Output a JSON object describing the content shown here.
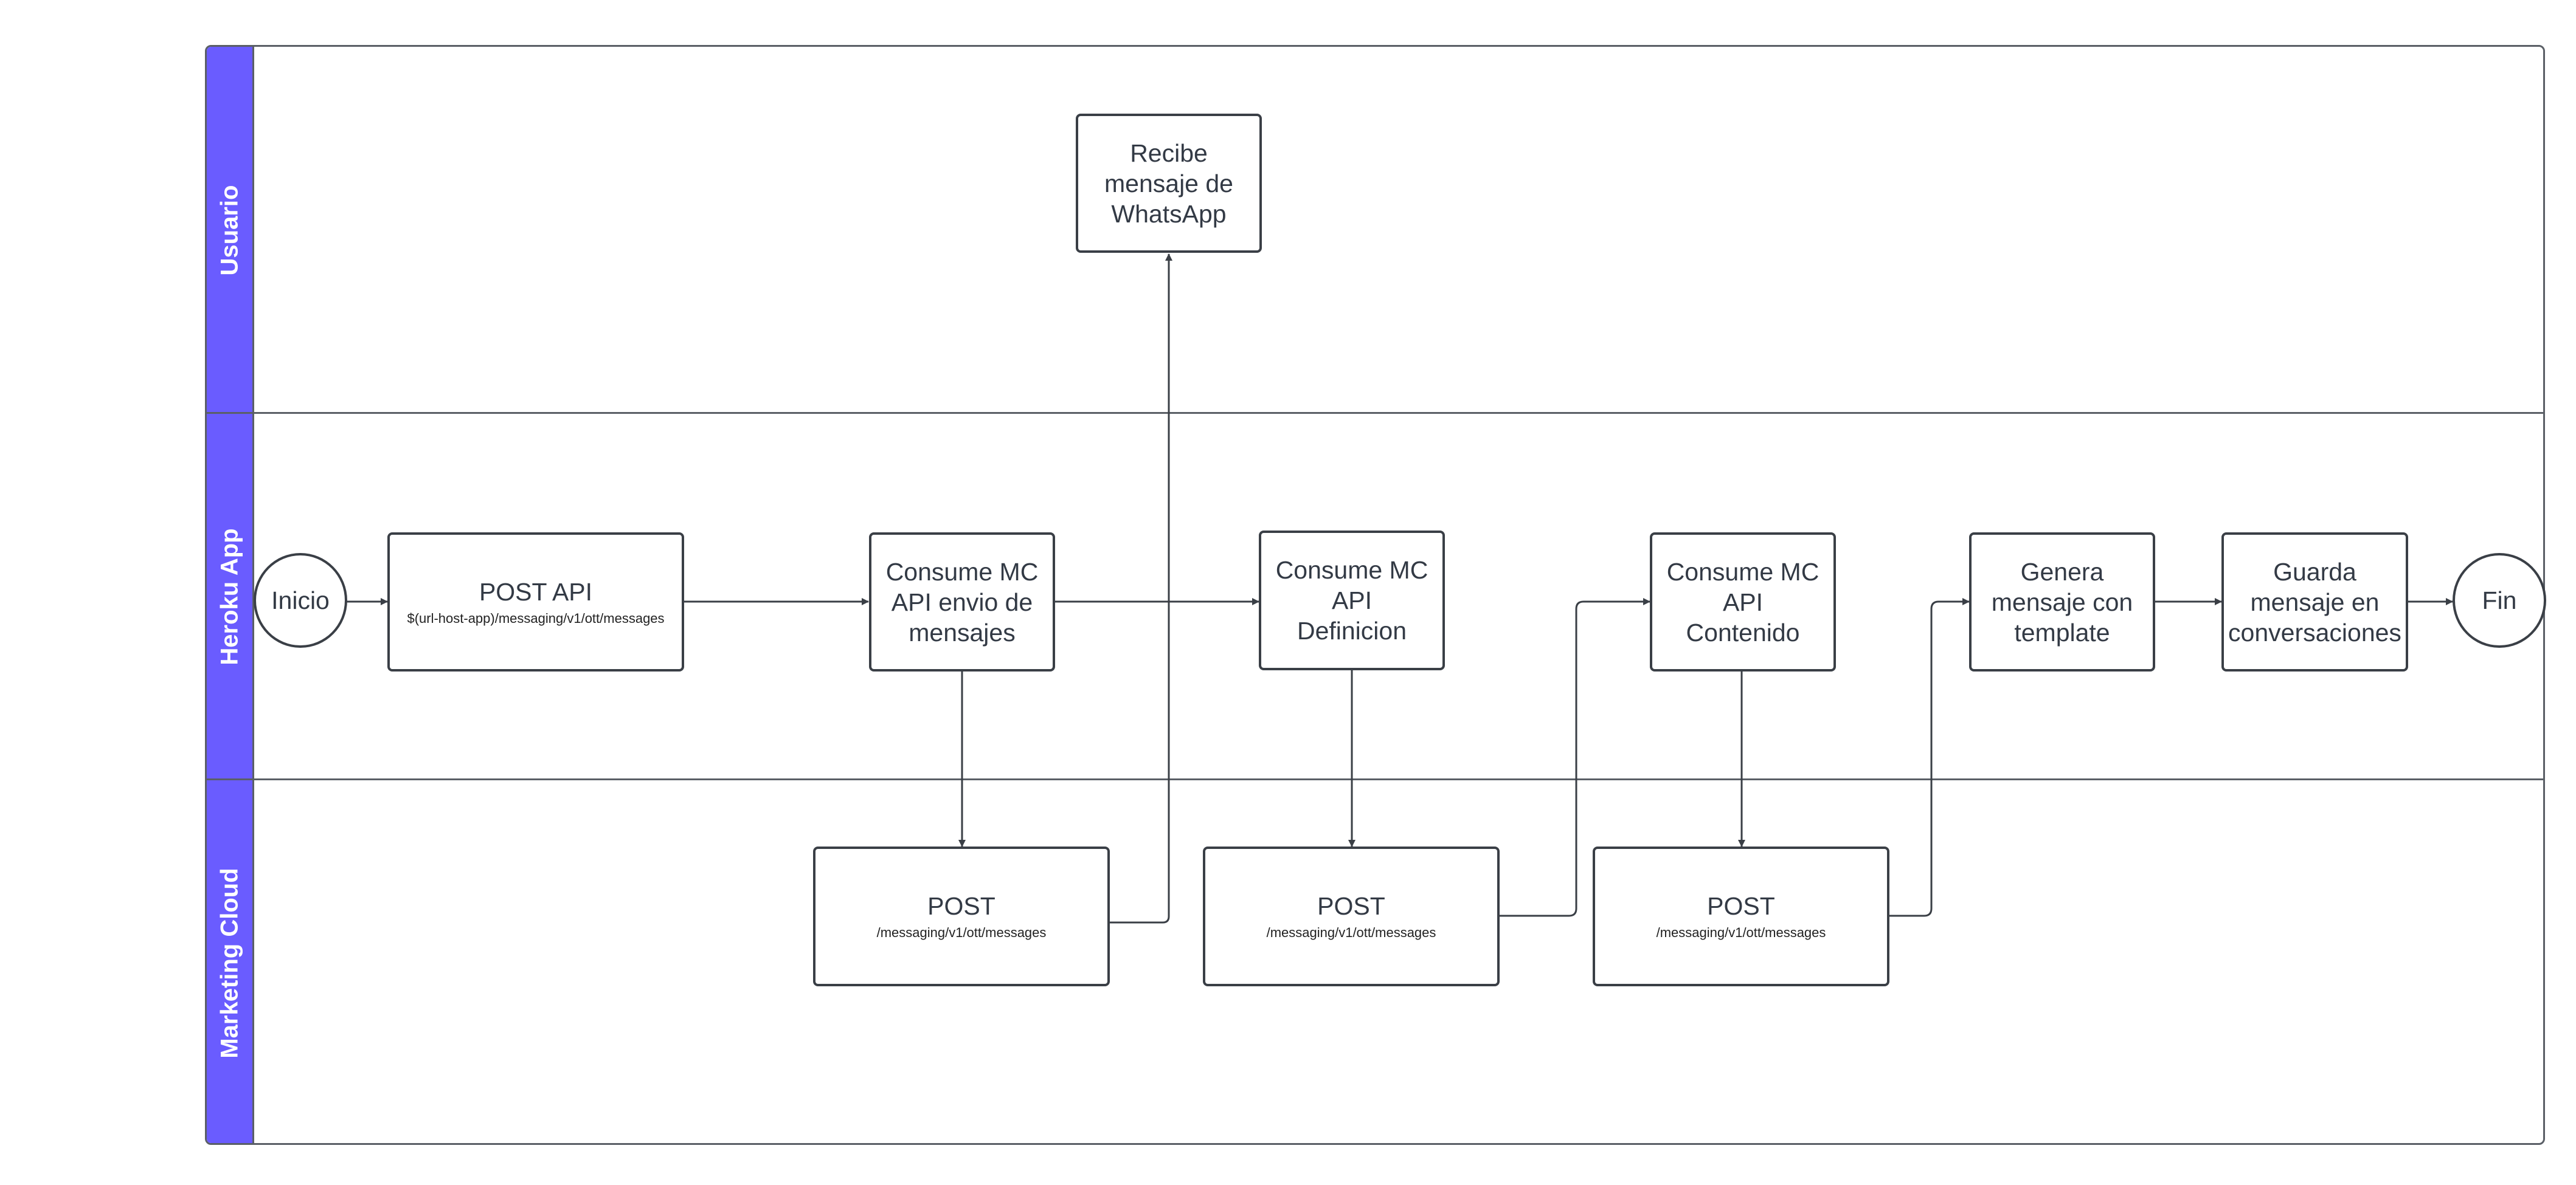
{
  "lanes": [
    {
      "id": "usuario",
      "label": "Usuario"
    },
    {
      "id": "heroku",
      "label": "Heroku App"
    },
    {
      "id": "mc",
      "label": "Marketing Cloud"
    }
  ],
  "nodes": {
    "inicio": {
      "label": "Inicio"
    },
    "post_api": {
      "label": "POST API",
      "sub": "$(url-host-app)/messaging/v1/ott/messages"
    },
    "consume_envio": {
      "label": "Consume MC\nAPI envio de\nmensajes"
    },
    "consume_definicion": {
      "label": "Consume MC\nAPI\nDefinicion"
    },
    "consume_contenido": {
      "label": "Consume MC\nAPI\nContenido"
    },
    "genera": {
      "label": "Genera\nmensaje con\ntemplate"
    },
    "guarda": {
      "label": "Guarda\nmensaje en\nconversaciones"
    },
    "fin": {
      "label": "Fin"
    },
    "recibe": {
      "label": "Recibe\nmensaje de\nWhatsApp"
    },
    "post_mc_1": {
      "label": "POST",
      "sub": "/messaging/v1/ott/messages"
    },
    "post_mc_2": {
      "label": "POST",
      "sub": "/messaging/v1/ott/messages"
    },
    "post_mc_3": {
      "label": "POST",
      "sub": "/messaging/v1/ott/messages"
    }
  },
  "colors": {
    "lane_header": "#6a5cff",
    "stroke": "#3a3f46",
    "text": "#333a45"
  }
}
